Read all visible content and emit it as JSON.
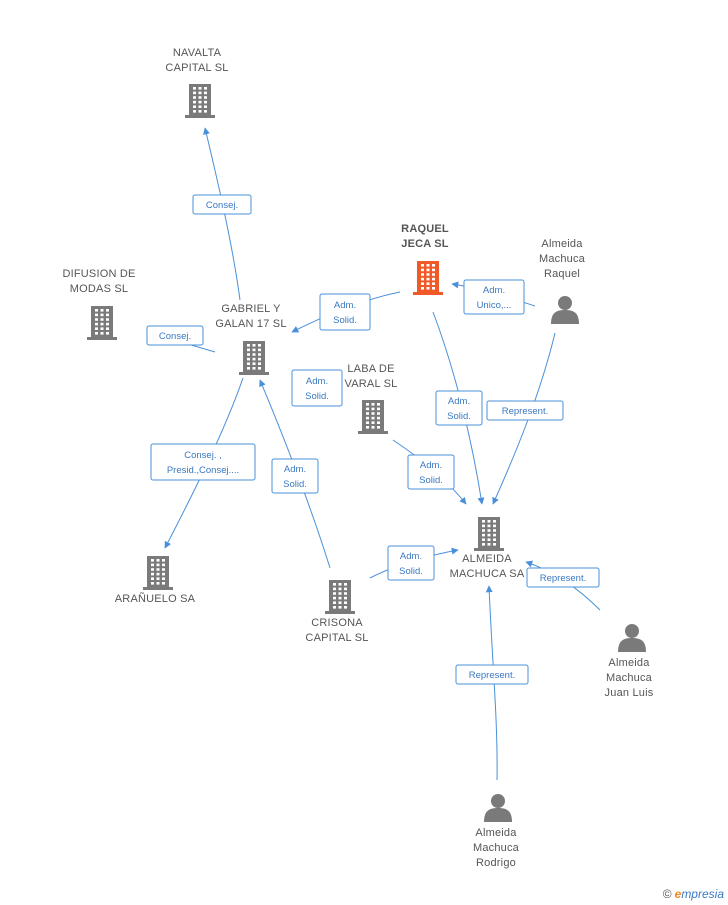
{
  "colors": {
    "edge": "#4a90d9",
    "company": "#7a7a7a",
    "main_company": "#f05a28",
    "person": "#7a7a7a",
    "label": "#555555"
  },
  "nodes": [
    {
      "id": "navalta",
      "type": "company",
      "lines": [
        "NAVALTA",
        "CAPITAL SL"
      ]
    },
    {
      "id": "raquel_jeca",
      "type": "company-main",
      "lines": [
        "RAQUEL",
        "JECA SL"
      ]
    },
    {
      "id": "almeida_raquel",
      "type": "person",
      "lines": [
        "Almeida",
        "Machuca",
        "Raquel"
      ]
    },
    {
      "id": "difusion",
      "type": "company",
      "lines": [
        "DIFUSION DE",
        "MODAS SL"
      ]
    },
    {
      "id": "gabriel",
      "type": "company",
      "lines": [
        "GABRIEL Y",
        "GALAN 17 SL"
      ]
    },
    {
      "id": "laba",
      "type": "company",
      "lines": [
        "LABA DE",
        "VARAL SL"
      ]
    },
    {
      "id": "almeida_sa",
      "type": "company",
      "lines": [
        "ALMEIDA",
        "MACHUCA SA"
      ]
    },
    {
      "id": "aranuelo",
      "type": "company",
      "lines": [
        "ARAÑUELO SA"
      ]
    },
    {
      "id": "crisona",
      "type": "company",
      "lines": [
        "CRISONA",
        "CAPITAL SL"
      ]
    },
    {
      "id": "almeida_juan",
      "type": "person",
      "lines": [
        "Almeida",
        "Machuca",
        "Juan Luis"
      ]
    },
    {
      "id": "almeida_rodrigo",
      "type": "person",
      "lines": [
        "Almeida",
        "Machuca",
        "Rodrigo"
      ]
    }
  ],
  "edges": [
    {
      "from": "gabriel",
      "to": "navalta",
      "lines": [
        "Consej."
      ]
    },
    {
      "from": "raquel_jeca",
      "to": "gabriel",
      "lines": [
        "Adm.",
        "Solid."
      ]
    },
    {
      "from": "almeida_raquel",
      "to": "raquel_jeca",
      "lines": [
        "Adm.",
        "Unico,..."
      ]
    },
    {
      "from": "gabriel",
      "to": "difusion",
      "lines": [
        "Consej."
      ]
    },
    {
      "from": "laba",
      "to": "gabriel",
      "lines": [
        "Adm.",
        "Solid."
      ]
    },
    {
      "from": "raquel_jeca",
      "to": "almeida_sa",
      "lines": [
        "Adm.",
        "Solid."
      ]
    },
    {
      "from": "almeida_raquel",
      "to": "almeida_sa",
      "lines": [
        "Represent."
      ]
    },
    {
      "from": "gabriel",
      "to": "aranuelo",
      "lines": [
        "Consej. ,",
        "Presid.,Consej...."
      ]
    },
    {
      "from": "crisona",
      "to": "gabriel",
      "lines": [
        "Adm.",
        "Solid."
      ]
    },
    {
      "from": "laba",
      "to": "almeida_sa",
      "lines": [
        "Adm.",
        "Solid."
      ]
    },
    {
      "from": "crisona",
      "to": "almeida_sa",
      "lines": [
        "Adm.",
        "Solid."
      ]
    },
    {
      "from": "almeida_juan",
      "to": "almeida_sa",
      "lines": [
        "Represent."
      ]
    },
    {
      "from": "almeida_rodrigo",
      "to": "almeida_sa",
      "lines": [
        "Represent."
      ]
    }
  ],
  "brand": {
    "copyright": "©",
    "first_letter": "e",
    "rest": "mpresia"
  }
}
